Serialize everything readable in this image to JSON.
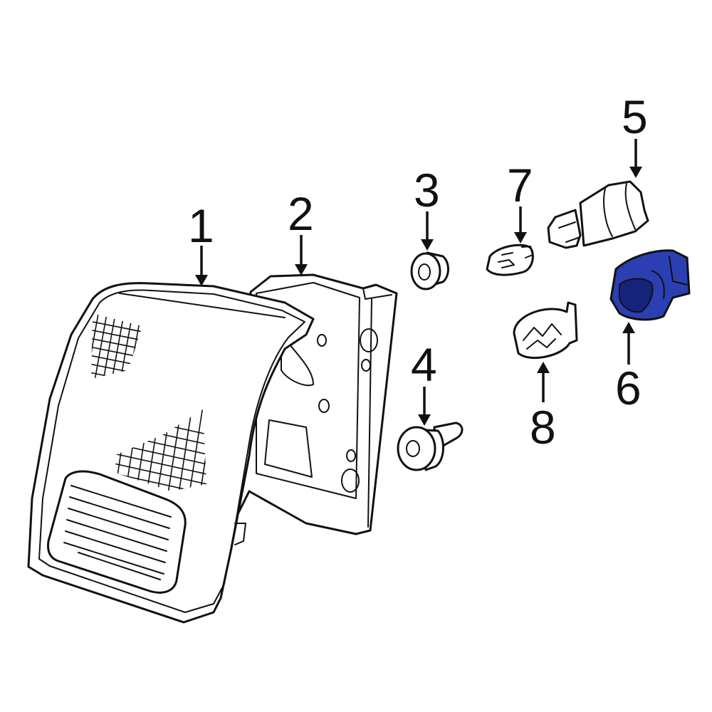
{
  "callouts": [
    {
      "id": "1",
      "label": "1"
    },
    {
      "id": "2",
      "label": "2"
    },
    {
      "id": "3",
      "label": "3"
    },
    {
      "id": "4",
      "label": "4"
    },
    {
      "id": "5",
      "label": "5"
    },
    {
      "id": "6",
      "label": "6"
    },
    {
      "id": "7",
      "label": "7"
    },
    {
      "id": "8",
      "label": "8"
    }
  ],
  "colors": {
    "line": "#111111",
    "highlight_part": "#2b3fb3",
    "highlight_shadow": "#17237a",
    "background": "#ffffff"
  },
  "highlighted_callout": "6"
}
